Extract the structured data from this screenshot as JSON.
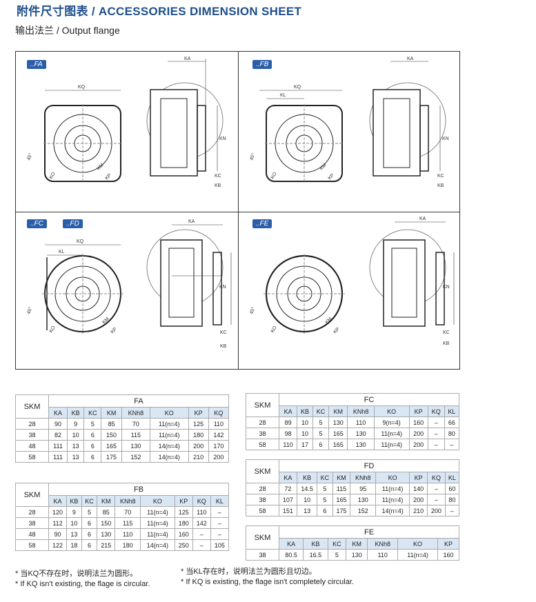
{
  "header": {
    "title": "附件尺寸图表 / ACCESSORIES DIMENSION SHEET",
    "subtitle": "输出法兰 / Output flange"
  },
  "drawings": {
    "fa_tag": "..FA",
    "fb_tag": "..FB",
    "fc_tag": "..FC",
    "fd_tag": "..FD",
    "fe_tag": "..FE",
    "labels": {
      "ka": "KA",
      "kq": "KQ",
      "kl": "KL",
      "kn": "KN",
      "kc": "KC",
      "kb": "KB",
      "km": "KM",
      "kp": "KP",
      "ko": "KO",
      "angle": "45°"
    }
  },
  "tables": {
    "fa": {
      "skm": "SKM",
      "name": "FA",
      "columns": [
        "KA",
        "KB",
        "KC",
        "KM",
        "KNh8",
        "KO",
        "KP",
        "KQ"
      ],
      "rows": [
        [
          "28",
          "90",
          "9",
          "5",
          "85",
          "70",
          "11(n=4)",
          "125",
          "110"
        ],
        [
          "38",
          "82",
          "10",
          "6",
          "150",
          "115",
          "11(n=4)",
          "180",
          "142"
        ],
        [
          "48",
          "111",
          "13",
          "6",
          "165",
          "130",
          "14(n=4)",
          "200",
          "170"
        ],
        [
          "58",
          "111",
          "13",
          "6",
          "175",
          "152",
          "14(n=4)",
          "210",
          "200"
        ]
      ]
    },
    "fb": {
      "skm": "SKM",
      "name": "FB",
      "columns": [
        "KA",
        "KB",
        "KC",
        "KM",
        "KNh8",
        "KO",
        "KP",
        "KQ",
        "KL"
      ],
      "rows": [
        [
          "28",
          "120",
          "9",
          "5",
          "85",
          "70",
          "11(n=4)",
          "125",
          "110",
          "–"
        ],
        [
          "38",
          "112",
          "10",
          "6",
          "150",
          "115",
          "11(n=4)",
          "180",
          "142",
          "–"
        ],
        [
          "48",
          "90",
          "13",
          "6",
          "130",
          "110",
          "11(n=4)",
          "160",
          "–",
          "–"
        ],
        [
          "58",
          "122",
          "18",
          "6",
          "215",
          "180",
          "14(n=4)",
          "250",
          "–",
          "105"
        ]
      ]
    },
    "fc": {
      "skm": "SKM",
      "name": "FC",
      "columns": [
        "KA",
        "KB",
        "KC",
        "KM",
        "KNh8",
        "KO",
        "KP",
        "KQ",
        "KL"
      ],
      "rows": [
        [
          "28",
          "89",
          "10",
          "5",
          "130",
          "110",
          "9(n=4)",
          "160",
          "–",
          "66"
        ],
        [
          "38",
          "98",
          "10",
          "5",
          "165",
          "130",
          "11(n=4)",
          "200",
          "–",
          "80"
        ],
        [
          "58",
          "110",
          "17",
          "6",
          "165",
          "130",
          "11(n=4)",
          "200",
          "–",
          "–"
        ]
      ]
    },
    "fd": {
      "skm": "SKM",
      "name": "FD",
      "columns": [
        "KA",
        "KB",
        "KC",
        "KM",
        "KNh8",
        "KO",
        "KP",
        "KQ",
        "KL"
      ],
      "rows": [
        [
          "28",
          "72",
          "14.5",
          "5",
          "115",
          "95",
          "11(n=4)",
          "140",
          "–",
          "60"
        ],
        [
          "38",
          "107",
          "10",
          "5",
          "165",
          "130",
          "11(n=4)",
          "200",
          "–",
          "80"
        ],
        [
          "58",
          "151",
          "13",
          "6",
          "175",
          "152",
          "14(n=4)",
          "210",
          "200",
          "–"
        ]
      ]
    },
    "fe": {
      "skm": "SKM",
      "name": "FE",
      "columns": [
        "KA",
        "KB",
        "KC",
        "KM",
        "KNh8",
        "KO",
        "KP"
      ],
      "rows": [
        [
          "38",
          "80.5",
          "16.5",
          "5",
          "130",
          "110",
          "11(n=4)",
          "160"
        ]
      ]
    }
  },
  "notes": {
    "left_cn": "* 当KQ不存在时，说明法兰为圆形。",
    "left_en": "* If KQ isn't existing, the flage is circular.",
    "right_cn": "* 当KL存在时，说明法兰为圆形且切边。",
    "right_en": "* If KQ is existing, the flage isn't completely circular."
  }
}
